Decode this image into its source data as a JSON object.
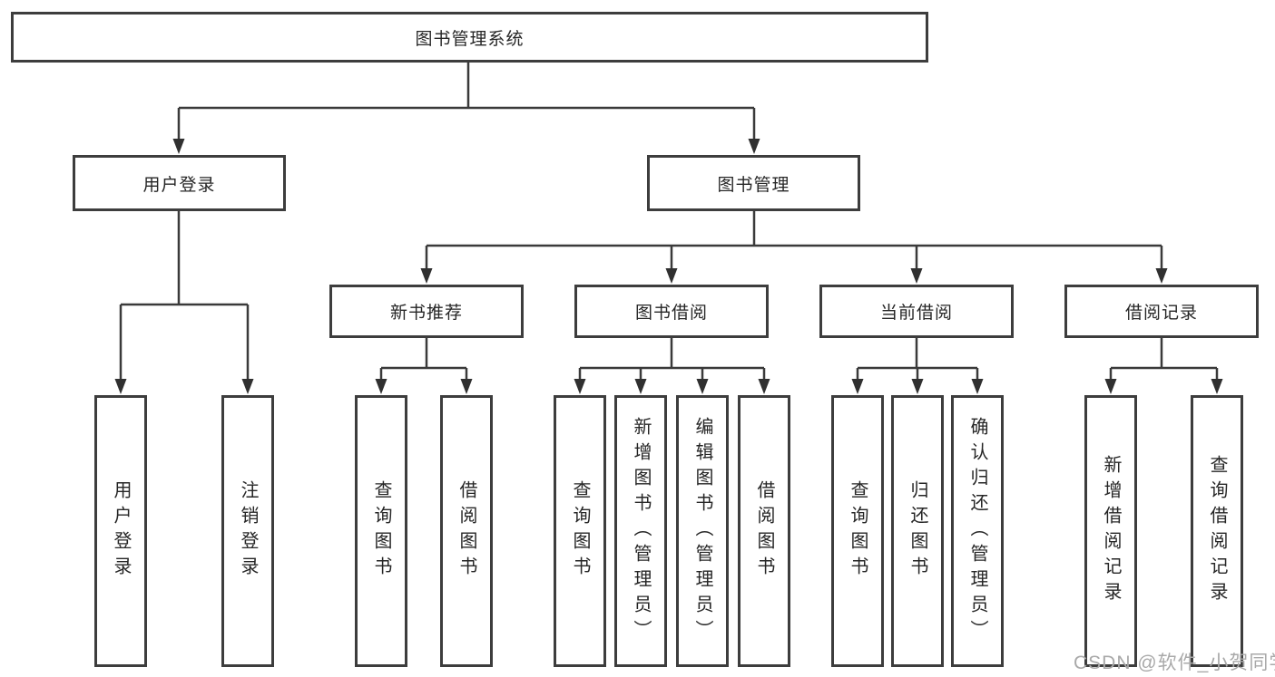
{
  "diagram": {
    "title": "图书管理系统",
    "root": {
      "label": "图书管理系统"
    },
    "level2": [
      {
        "label": "用户登录"
      },
      {
        "label": "图书管理"
      }
    ],
    "level3": [
      {
        "label": "新书推荐",
        "parent": "图书管理"
      },
      {
        "label": "图书借阅",
        "parent": "图书管理"
      },
      {
        "label": "当前借阅",
        "parent": "图书管理"
      },
      {
        "label": "借阅记录",
        "parent": "图书管理"
      }
    ],
    "leaves": [
      {
        "label": "用户登录",
        "parent": "用户登录"
      },
      {
        "label": "注销登录",
        "parent": "用户登录"
      },
      {
        "label": "查询图书",
        "parent": "新书推荐"
      },
      {
        "label": "借阅图书",
        "parent": "新书推荐"
      },
      {
        "label": "查询图书",
        "parent": "图书借阅"
      },
      {
        "label": "新增图书（管理员）",
        "parent": "图书借阅"
      },
      {
        "label": "编辑图书（管理员）",
        "parent": "图书借阅"
      },
      {
        "label": "借阅图书",
        "parent": "图书借阅"
      },
      {
        "label": "查询图书",
        "parent": "当前借阅"
      },
      {
        "label": "归还图书",
        "parent": "当前借阅"
      },
      {
        "label": "确认归还（管理员）",
        "parent": "当前借阅"
      },
      {
        "label": "新增借阅记录",
        "parent": "借阅记录"
      },
      {
        "label": "查询借阅记录",
        "parent": "借阅记录"
      }
    ]
  },
  "watermark": "CSDN @软件_小贺同学",
  "colors": {
    "line": "#3a3a3a",
    "box_border": "#3d3d3d",
    "text": "#262626",
    "watermark": "#a9a9a9",
    "background": "#ffffff"
  }
}
